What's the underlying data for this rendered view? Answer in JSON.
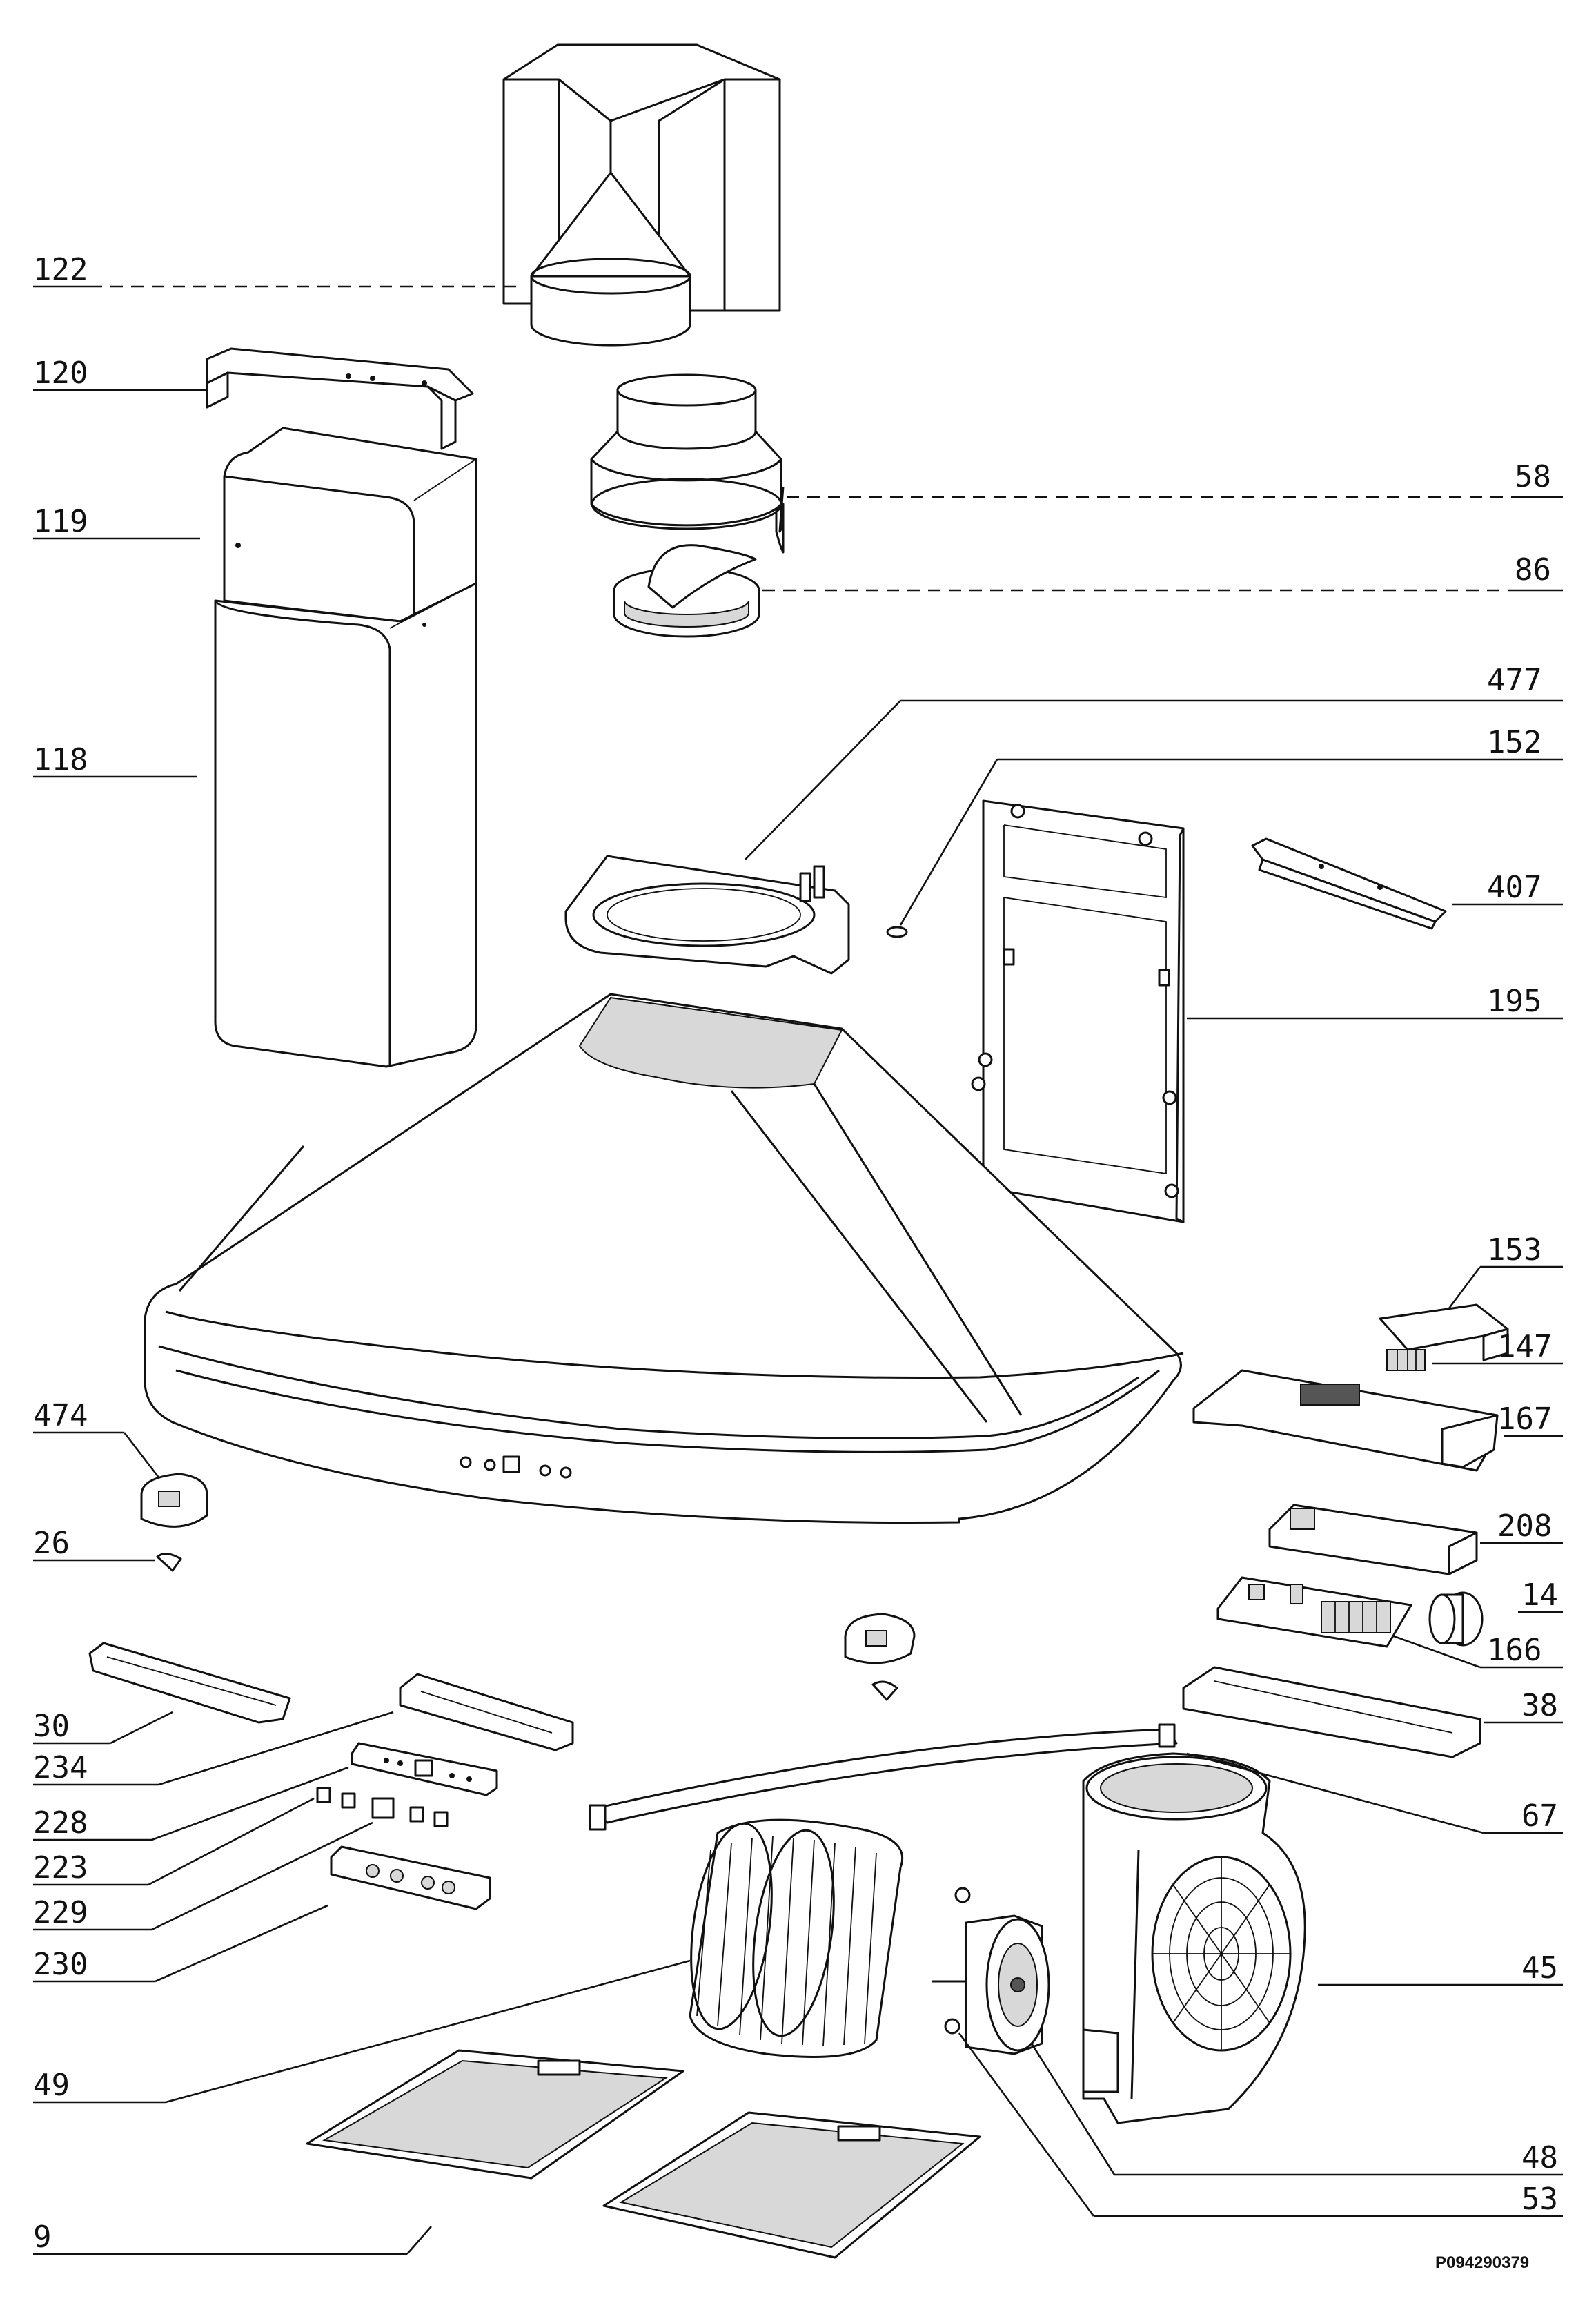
{
  "callouts": [
    {
      "id": "122",
      "text": "122"
    },
    {
      "id": "120",
      "text": "120"
    },
    {
      "id": "119",
      "text": "119"
    },
    {
      "id": "118",
      "text": "118"
    },
    {
      "id": "474",
      "text": "474"
    },
    {
      "id": "26",
      "text": "26"
    },
    {
      "id": "30",
      "text": "30"
    },
    {
      "id": "234",
      "text": "234"
    },
    {
      "id": "228",
      "text": "228"
    },
    {
      "id": "223",
      "text": "223"
    },
    {
      "id": "229",
      "text": "229"
    },
    {
      "id": "230",
      "text": "230"
    },
    {
      "id": "49",
      "text": "49"
    },
    {
      "id": "9",
      "text": "9"
    },
    {
      "id": "58",
      "text": "58"
    },
    {
      "id": "86",
      "text": "86"
    },
    {
      "id": "477",
      "text": "477"
    },
    {
      "id": "152",
      "text": "152"
    },
    {
      "id": "407",
      "text": "407"
    },
    {
      "id": "195",
      "text": "195"
    },
    {
      "id": "153",
      "text": "153"
    },
    {
      "id": "147",
      "text": "147"
    },
    {
      "id": "167",
      "text": "167"
    },
    {
      "id": "208",
      "text": "208"
    },
    {
      "id": "14",
      "text": "14"
    },
    {
      "id": "166",
      "text": "166"
    },
    {
      "id": "38",
      "text": "38"
    },
    {
      "id": "67",
      "text": "67"
    },
    {
      "id": "45",
      "text": "45"
    },
    {
      "id": "48",
      "text": "48"
    },
    {
      "id": "53",
      "text": "53"
    }
  ],
  "drawing_code": "P094290379"
}
